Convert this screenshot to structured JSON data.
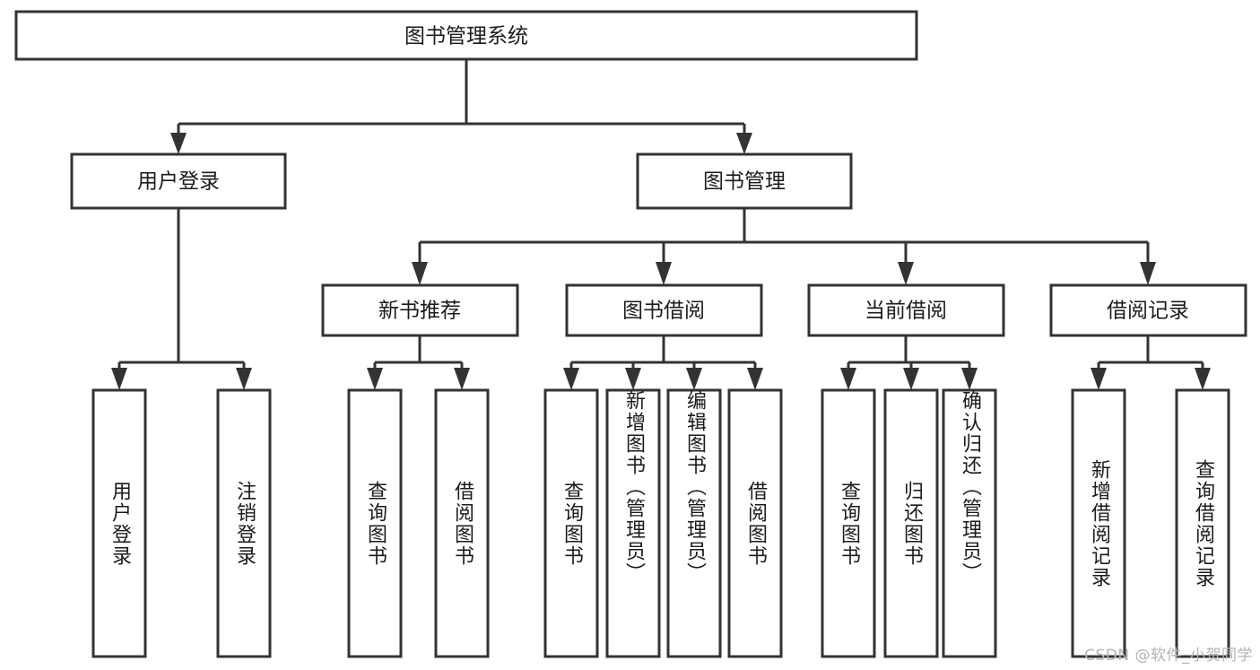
{
  "diagram": {
    "type": "tree-hierarchy",
    "title": "图书管理系统",
    "watermark": "CSDN @软件_小贺同学",
    "colors": {
      "stroke": "#333333",
      "box_fill": "#ffffff",
      "text": "#1b1b1b",
      "background": "#ffffff",
      "watermark": "#b4b4b4"
    },
    "levels": {
      "root": {
        "label": "图书管理系统"
      },
      "level2": [
        {
          "id": "user-login",
          "label": "用户登录"
        },
        {
          "id": "book-manage",
          "label": "图书管理"
        }
      ],
      "level3": [
        {
          "id": "new-book-recommend",
          "label": "新书推荐",
          "parent": "book-manage"
        },
        {
          "id": "book-borrow",
          "label": "图书借阅",
          "parent": "book-manage"
        },
        {
          "id": "current-borrow",
          "label": "当前借阅",
          "parent": "book-manage"
        },
        {
          "id": "borrow-record",
          "label": "借阅记录",
          "parent": "book-manage"
        }
      ],
      "leaves": [
        {
          "id": "leaf-user-login",
          "label": "用户登录",
          "parent": "user-login"
        },
        {
          "id": "leaf-user-logout",
          "label": "注销登录",
          "parent": "user-login"
        },
        {
          "id": "leaf-query-book-1",
          "label": "查询图书",
          "parent": "new-book-recommend"
        },
        {
          "id": "leaf-borrow-book-1",
          "label": "借阅图书",
          "parent": "new-book-recommend"
        },
        {
          "id": "leaf-query-book-2",
          "label": "查询图书",
          "parent": "book-borrow"
        },
        {
          "id": "leaf-add-book",
          "label": "新增图书（管理员）",
          "parent": "book-borrow"
        },
        {
          "id": "leaf-edit-book",
          "label": "编辑图书（管理员）",
          "parent": "book-borrow"
        },
        {
          "id": "leaf-borrow-book-2",
          "label": "借阅图书",
          "parent": "book-borrow"
        },
        {
          "id": "leaf-query-book-3",
          "label": "查询图书",
          "parent": "current-borrow"
        },
        {
          "id": "leaf-return-book",
          "label": "归还图书",
          "parent": "current-borrow"
        },
        {
          "id": "leaf-confirm-return",
          "label": "确认归还（管理员）",
          "parent": "current-borrow"
        },
        {
          "id": "leaf-add-record",
          "label": "新增借阅记录",
          "parent": "borrow-record"
        },
        {
          "id": "leaf-query-record",
          "label": "查询借阅记录",
          "parent": "borrow-record"
        }
      ]
    }
  }
}
